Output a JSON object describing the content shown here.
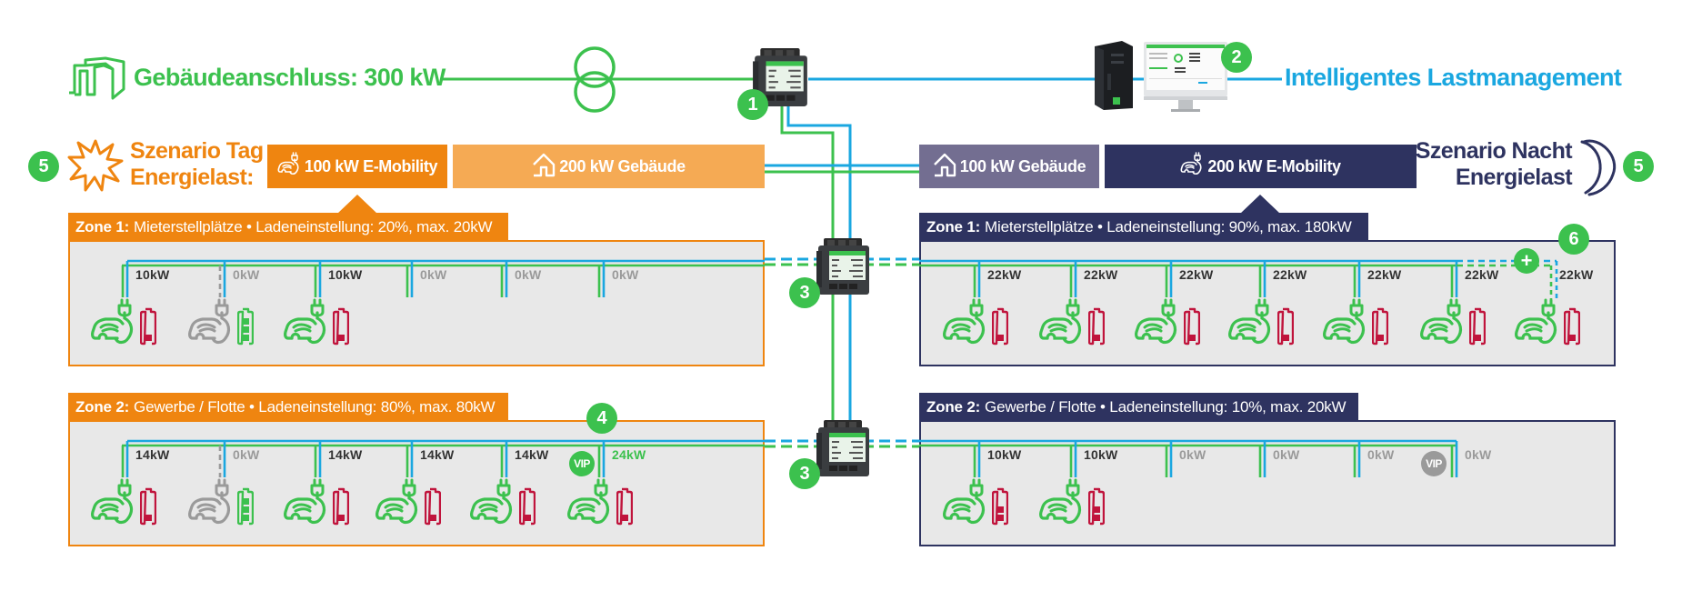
{
  "colors": {
    "green": "#3cc14e",
    "blue": "#1aa7e0",
    "orange": "#ef8510",
    "orange_light": "#f5aa54",
    "navy": "#2e3360",
    "purple_gray": "#736e91",
    "battery_red": "#c0143c",
    "gray": "#9a9a9a"
  },
  "header": {
    "grid_connection_label": "Gebäudeanschluss: 300 kW",
    "load_management_label": "Intelligentes Lastmanagement"
  },
  "badges": {
    "meter_main": "1",
    "load_management": "2",
    "meter_zone1": "3",
    "meter_zone2": "3",
    "vip_zone": "4",
    "scenario_day": "5",
    "scenario_night": "5",
    "expansion": "6",
    "add_icon": "+"
  },
  "scenario_day": {
    "line1": "Szenario Tag",
    "line2": "Energielast:",
    "emobility_label": "100 kW E-Mobility",
    "building_label": "200 kW Gebäude",
    "zones": [
      {
        "title_bold": "Zone 1:",
        "title_rest": "Mieterstellplätze • Ladeneinstellung: 20%, max. 20kW",
        "chargers": [
          {
            "kw": "10kW",
            "state": "charging",
            "battery_segments": 1
          },
          {
            "kw": "0kW",
            "state": "idle",
            "battery_segments": 3
          },
          {
            "kw": "10kW",
            "state": "charging",
            "battery_segments": 1
          },
          {
            "kw": "0kW",
            "state": "empty"
          },
          {
            "kw": "0kW",
            "state": "empty"
          },
          {
            "kw": "0kW",
            "state": "empty"
          }
        ]
      },
      {
        "title_bold": "Zone 2:",
        "title_rest": "Gewerbe / Flotte • Ladeneinstellung: 80%, max. 80kW",
        "vip_label": "VIP",
        "chargers": [
          {
            "kw": "14kW",
            "state": "charging",
            "battery_segments": 1
          },
          {
            "kw": "0kW",
            "state": "idle",
            "battery_segments": 3
          },
          {
            "kw": "14kW",
            "state": "charging",
            "battery_segments": 1
          },
          {
            "kw": "14kW",
            "state": "charging",
            "battery_segments": 1
          },
          {
            "kw": "14kW",
            "state": "charging",
            "battery_segments": 1
          },
          {
            "kw": "24kW",
            "state": "vip",
            "battery_segments": 1
          }
        ]
      }
    ]
  },
  "scenario_night": {
    "line1": "Szenario Nacht",
    "line2": "Energielast",
    "building_label": "100 kW Gebäude",
    "emobility_label": "200 kW E-Mobility",
    "zones": [
      {
        "title_bold": "Zone 1:",
        "title_rest": "Mieterstellplätze • Ladeneinstellung: 90%, max. 180kW",
        "chargers": [
          {
            "kw": "22kW",
            "state": "charging",
            "battery_segments": 1
          },
          {
            "kw": "22kW",
            "state": "charging",
            "battery_segments": 1
          },
          {
            "kw": "22kW",
            "state": "charging",
            "battery_segments": 1
          },
          {
            "kw": "22kW",
            "state": "charging",
            "battery_segments": 1
          },
          {
            "kw": "22kW",
            "state": "charging",
            "battery_segments": 1
          },
          {
            "kw": "22kW",
            "state": "charging",
            "battery_segments": 1
          },
          {
            "kw": "22kW",
            "state": "added",
            "battery_segments": 1
          }
        ]
      },
      {
        "title_bold": "Zone 2:",
        "title_rest": "Gewerbe / Flotte • Ladeneinstellung: 10%, max. 20kW",
        "vip_label": "VIP",
        "chargers": [
          {
            "kw": "10kW",
            "state": "charging",
            "battery_segments": 2
          },
          {
            "kw": "10kW",
            "state": "charging",
            "battery_segments": 2
          },
          {
            "kw": "0kW",
            "state": "empty"
          },
          {
            "kw": "0kW",
            "state": "empty"
          },
          {
            "kw": "0kW",
            "state": "empty"
          },
          {
            "kw": "0kW",
            "state": "vip-empty"
          }
        ]
      }
    ]
  }
}
